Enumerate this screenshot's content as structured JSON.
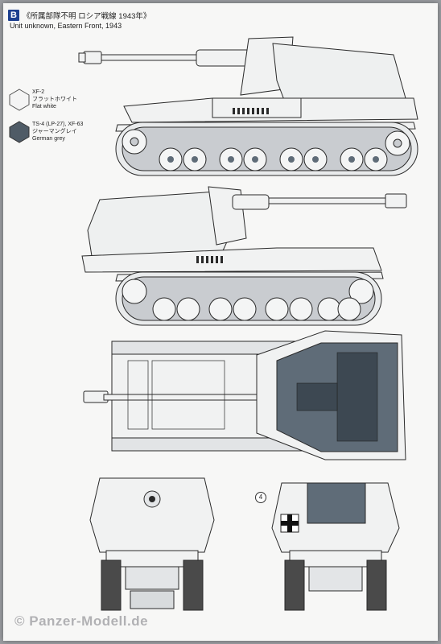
{
  "header": {
    "badge": "B",
    "title_jp": "《所属部隊不明 ロシア戦線 1943年》",
    "title_en": "Unit unknown, Eastern Front, 1943"
  },
  "legend": [
    {
      "code": "XF-2",
      "jp": "フラットホワイト",
      "en": "Flat white",
      "color": "#f4f4f4"
    },
    {
      "code": "TS-4 (LP-27), XF-63",
      "jp": "ジャーマングレイ",
      "en": "German grey",
      "color": "#4f5b66"
    }
  ],
  "callout": "4",
  "watermark": "© Panzer-Modell.de",
  "colors": {
    "paint_white": "#f1f2f2",
    "outline": "#2a2a2a",
    "grey": "#5f6c78",
    "shadow": "#c9ccd0"
  }
}
